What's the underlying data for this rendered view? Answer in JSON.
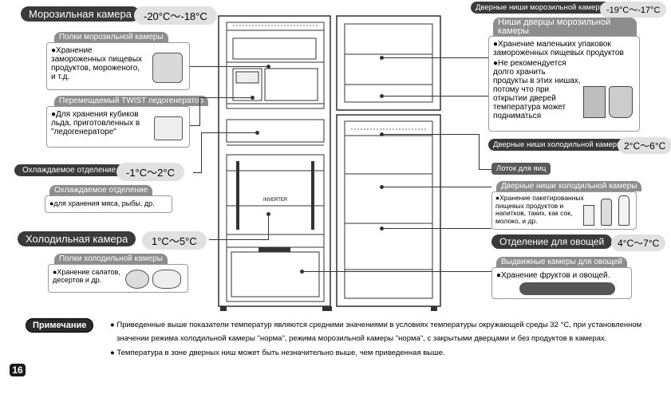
{
  "freezer": {
    "title": "Морозильная камера",
    "temp": "-20°C～-18°C",
    "shelves_title": "Полки морозильной камеры",
    "shelves_text": "●Хранение замороженных пищевых продуктов, мороженого, и т.д.",
    "ice_title": "Перемещаемый TWIST ледогенератор",
    "ice_text": "●Для хранения кубиков льда, приготовленных в \"ледогенераторе\""
  },
  "chill": {
    "title": "Охлаждаемое отделение",
    "temp": "-1°C～2°C",
    "box_title": "Охлаждаемое отделение",
    "box_text": "●для хранения мяса, рыбы, др."
  },
  "fridge": {
    "title": "Холодильная камера",
    "temp": "1°C～5°C",
    "shelves_title": "Полки холодильной камеры",
    "shelves_text": "●Хранение салатов, десертов и др."
  },
  "freezer_door": {
    "title": "Дверные ниши морозильной камеры",
    "temp": "-19°C～-17°C",
    "box_title": "Ниши дверцы морозильной камеры",
    "box_text1": "●Хранение маленьких упаковок замороженных пищевых продуктов",
    "box_text2": "●Не рекомендуется долго хранить продукты в этих нишах, потому что при открытии дверей температура может подниматься"
  },
  "fridge_door": {
    "title": "Дверные ниши холодильной камеры",
    "temp": "2°C～6°C",
    "egg_tray": "Лоток для яиц",
    "box_title": "Дверные ниши холодильной камеры",
    "box_text": "●Хранение пакетированных пищевых продуктов и напитков, таких, как сок, молоко, и др."
  },
  "vegetable": {
    "title": "Отделение для овощей",
    "temp": "4°C～7°C",
    "box_title": "Выдвижные камеры для овощей",
    "box_text": "●Хранение фруктов и овощей."
  },
  "fridge_label": "INVERTER",
  "note": {
    "label": "Примечание",
    "line1": "● Приведенные выше показатели температур являются средними значениями в условиях температуры окружающей среды 32 °C, при установленном",
    "line2": "значении режима холодильной камеры \"норма\", режима морозильной камеры \"норма\", с закрытыми дверцами и без продуктов в камерах.",
    "line3": "● Температура в зоне дверных ниш может быть незначительно выше, чем приведенная выше."
  },
  "page_number": "16"
}
